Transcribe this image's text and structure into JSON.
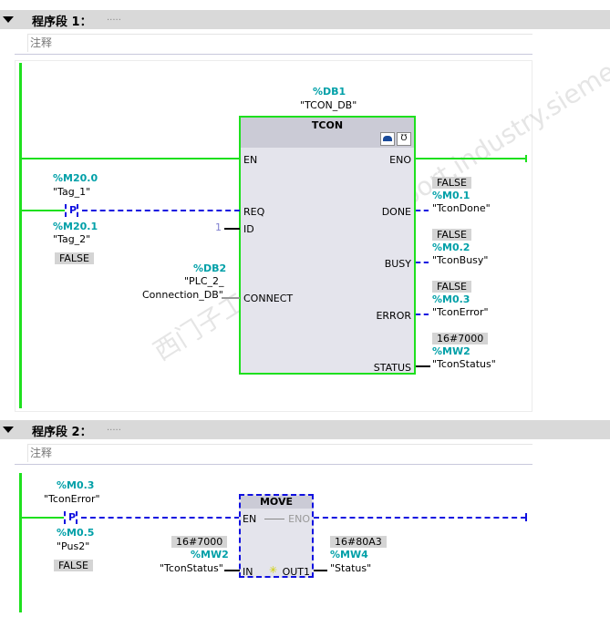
{
  "networks": [
    {
      "title": "程序段 1：",
      "dots": ".....",
      "comment": "注释"
    },
    {
      "title": "程序段 2：",
      "dots": ".....",
      "comment": "注释"
    }
  ],
  "tcon": {
    "instance_addr": "%DB1",
    "instance_name": "\"TCON_DB\"",
    "name": "TCON",
    "inputs": {
      "en": "EN",
      "req": "REQ",
      "id": "ID",
      "connect": "CONNECT"
    },
    "outputs": {
      "eno": "ENO",
      "done": "DONE",
      "busy": "BUSY",
      "error": "ERROR",
      "status": "STATUS"
    },
    "id_value": "1",
    "connect_addr": "%DB2",
    "connect_name1": "\"PLC_2_",
    "connect_name2": "Connection_DB\"",
    "done": {
      "value": "FALSE",
      "addr": "%M0.1",
      "name": "\"TconDone\""
    },
    "busy": {
      "value": "FALSE",
      "addr": "%M0.2",
      "name": "\"TconBusy\""
    },
    "error": {
      "value": "FALSE",
      "addr": "%M0.3",
      "name": "\"TconError\""
    },
    "status": {
      "value": "16#7000",
      "addr": "%MW2",
      "name": "\"TconStatus\""
    }
  },
  "contact1": {
    "addr": "%M20.0",
    "name": "\"Tag_1\"",
    "type": "P",
    "mem_addr": "%M20.1",
    "mem_name": "\"Tag_2\"",
    "value": "FALSE"
  },
  "contact2": {
    "addr": "%M0.3",
    "name": "\"TconError\"",
    "type": "P",
    "mem_addr": "%M0.5",
    "mem_name": "\"Pus2\"",
    "value": "FALSE"
  },
  "move": {
    "name": "MOVE",
    "en": "EN",
    "eno": "ENO",
    "in": "IN",
    "out": "OUT1",
    "in_value": "16#7000",
    "in_addr": "%MW2",
    "in_name": "\"TconStatus\"",
    "out_value": "16#80A3",
    "out_addr": "%MW4",
    "out_name": "\"Status\""
  },
  "watermark": "西门子工业 技术论坛 support.industry.siemens.com/cs",
  "colors": {
    "powerflow": "#1ee01e",
    "not_powered": "#1010e0",
    "address": "#00a0a8"
  }
}
